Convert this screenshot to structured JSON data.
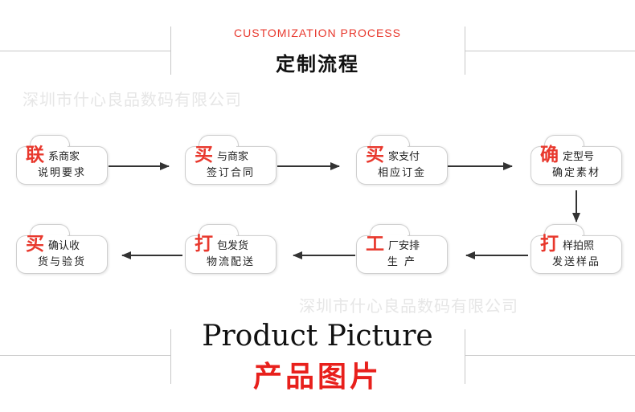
{
  "header": {
    "title_en": "CUSTOMIZATION PROCESS",
    "title_zh": "定制流程"
  },
  "watermark": "深圳市什心良品数码有限公司",
  "steps": [
    {
      "big": "联",
      "line1": "系商家",
      "line2": "说明要求"
    },
    {
      "big": "买",
      "line1": "与商家",
      "line2": "签订合同"
    },
    {
      "big": "买",
      "line1": "家支付",
      "line2": "相应订金"
    },
    {
      "big": "确",
      "line1": "定型号",
      "line2": "确定素材"
    },
    {
      "big": "打",
      "line1": "样拍照",
      "line2": "发送样品"
    },
    {
      "big": "工",
      "line1": "厂安排",
      "line2": "生 产"
    },
    {
      "big": "打",
      "line1": "包发货",
      "line2": "物流配送"
    },
    {
      "big": "买",
      "line1": "确认收",
      "line2": "货与验货"
    }
  ],
  "footer": {
    "title_en": "Product Picture",
    "title_zh": "产品图片"
  },
  "colors": {
    "accent": "#e8382d",
    "line": "#c8c8c8",
    "arrow": "#333333"
  }
}
